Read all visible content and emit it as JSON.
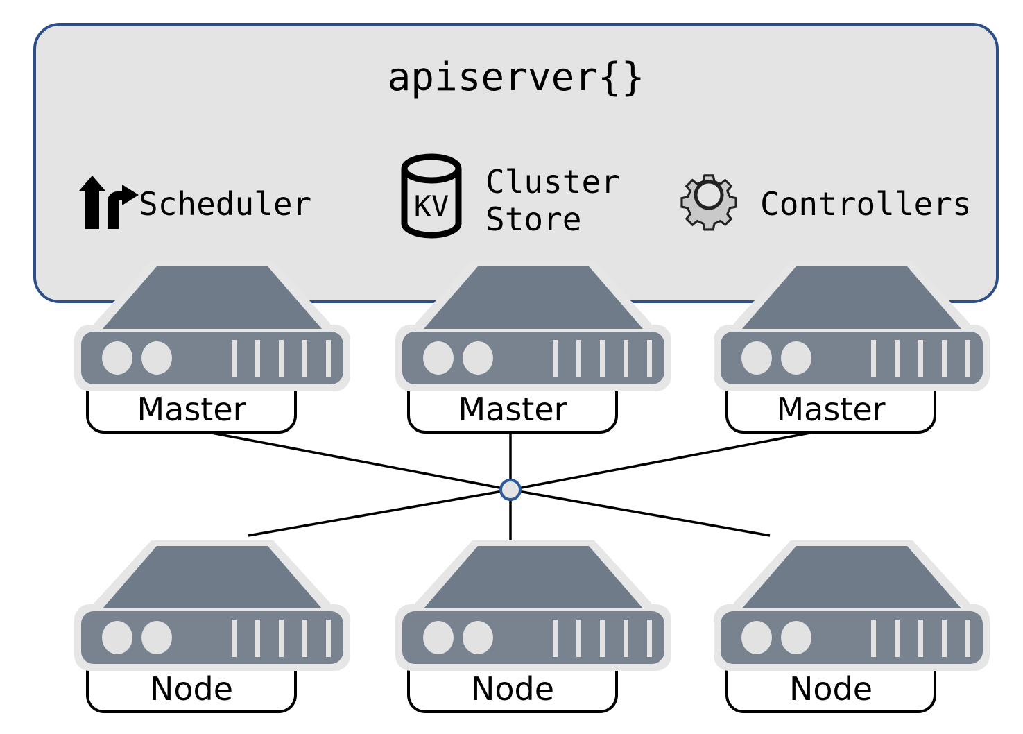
{
  "diagram": {
    "title": "apiserver{}",
    "control_plane_box": {
      "fill_color": "#e4e4e4",
      "border_color": "#2e4e87"
    },
    "components": [
      {
        "id": "scheduler",
        "label": "Scheduler",
        "icon": "scheduler-arrows-icon",
        "icon_color": "#000000"
      },
      {
        "id": "cluster-store",
        "label_line1": "Cluster",
        "label_line2": "Store",
        "icon": "database-cylinder-icon",
        "icon_text": "KV",
        "icon_color": "#000000"
      },
      {
        "id": "controllers",
        "label": "Controllers",
        "icon": "gear-icon",
        "icon_fill": "#c9c9c9",
        "icon_color": "#222222"
      }
    ],
    "masters": [
      {
        "label": "Master"
      },
      {
        "label": "Master"
      },
      {
        "label": "Master"
      }
    ],
    "nodes": [
      {
        "label": "Node"
      },
      {
        "label": "Node"
      },
      {
        "label": "Node"
      }
    ],
    "server_colors": {
      "body": "#78838f",
      "top": "#6f7b88",
      "halo": "#e6e6e6",
      "led": "#e2e2e2",
      "vent": "#e2e2e2"
    },
    "junction": {
      "fill_color": "#e4e4e4",
      "border_color": "#2e5b9a"
    },
    "link_color": "#000000",
    "label_box": {
      "fill_color": "#ffffff",
      "border_color": "#000000"
    }
  }
}
